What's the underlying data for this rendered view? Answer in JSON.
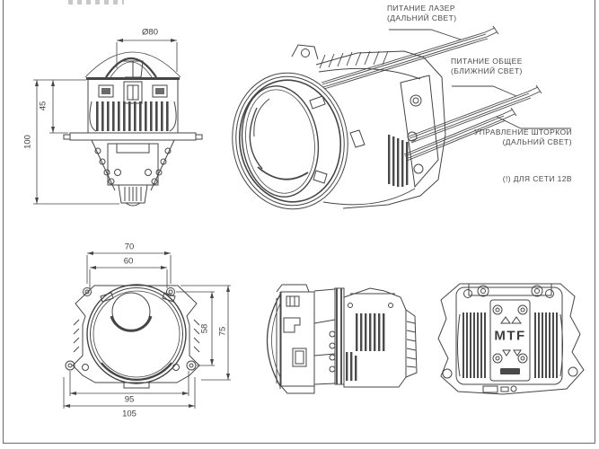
{
  "sheet": {
    "background": "#ffffff",
    "frame_color": "#6a6a6a"
  },
  "colors": {
    "line": "#454545",
    "text": "#4a4a4a",
    "fill_dark": "#4a4a4a"
  },
  "top_view": {
    "dim_diameter": "Ø80",
    "dim_upper_height": "45",
    "dim_total_height": "100"
  },
  "front_view": {
    "dim_top_outer": "70",
    "dim_top_inner": "60",
    "dim_right_inner": "58",
    "dim_right_outer": "75",
    "dim_bottom_inner": "95",
    "dim_bottom_outer": "105"
  },
  "wiring": {
    "laser_line1": "ПИТАНИЕ ЛАЗЕР",
    "laser_line2": "(ДАЛЬНИЙ СВЕТ)",
    "common_line1": "ПИТАНИЕ ОБЩЕЕ",
    "common_line2": "(БЛИЖНИЙ СВЕТ)",
    "shutter_line1": "УПРАВЛЕНИЕ ШТОРКОЙ",
    "shutter_line2": "(ДАЛЬНИЙ СВЕТ)",
    "voltage_note": "(!) ДЛЯ СЕТИ 12В"
  },
  "rear_view": {
    "logo": "MTF"
  }
}
